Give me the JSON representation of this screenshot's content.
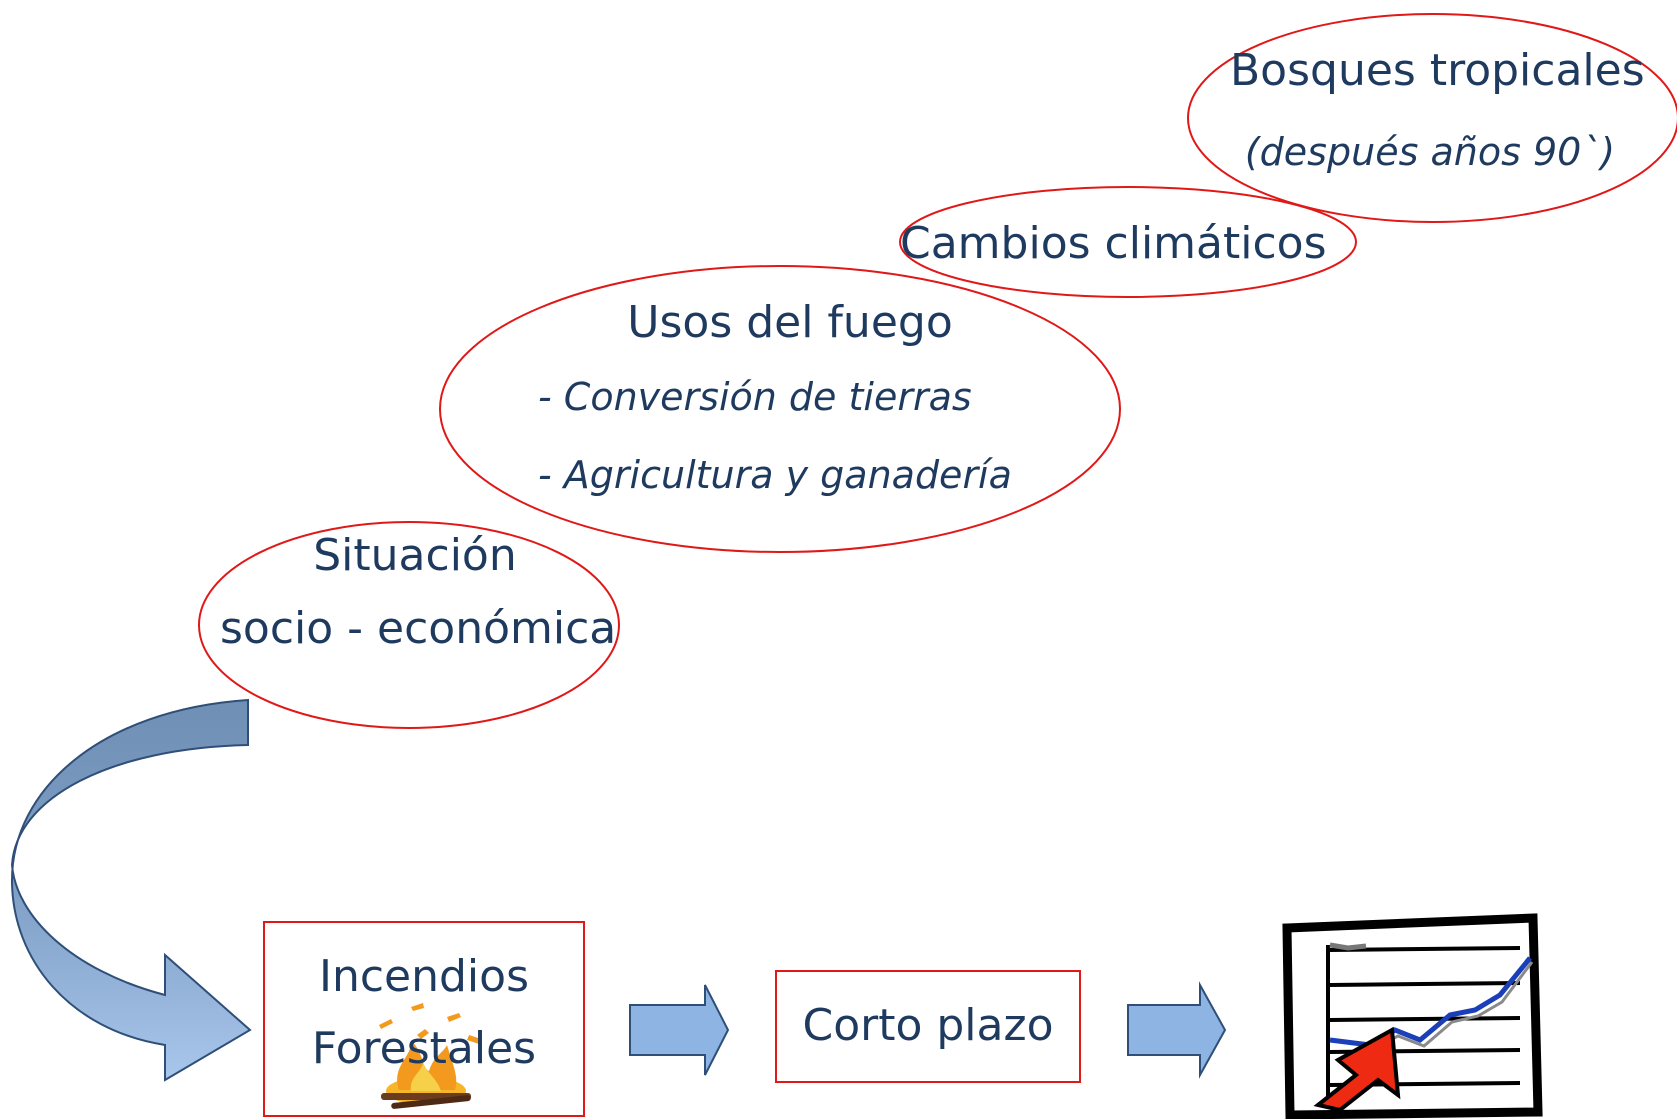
{
  "colors": {
    "text": "#1f3a5f",
    "outline": "#e01818",
    "arrow_fill": "#8eb4e3",
    "arrow_stroke": "#2f4f78",
    "curved_arrow_dark": "#6f8fb5",
    "fire": "#f39a1e"
  },
  "bubbles": {
    "bosques": {
      "title": "Bosques tropicales",
      "note": "(después años 90`)"
    },
    "cambios": {
      "title": "Cambios climáticos"
    },
    "usos": {
      "title": "Usos del fuego",
      "items": [
        "- Conversión de tierras",
        "- Agricultura y ganadería"
      ]
    },
    "situacion": {
      "line1": "Situación",
      "line2": "socio - económica"
    }
  },
  "flow": {
    "incendios": {
      "line1": "Incendios",
      "line2": "Forestales",
      "icon": "fire-icon"
    },
    "corto": {
      "label": "Corto plazo"
    },
    "result_icon": "rising-chart-icon"
  }
}
